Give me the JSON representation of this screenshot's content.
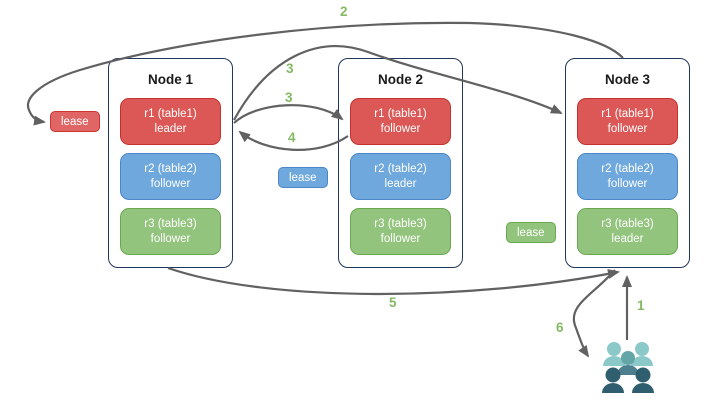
{
  "nodes": [
    {
      "title": "Node 1",
      "replicas": [
        {
          "name": "r1 (table1)",
          "role": "leader",
          "color": "#db5856"
        },
        {
          "name": "r2 (table2)",
          "role": "follower",
          "color": "#6fa8dc"
        },
        {
          "name": "r3 (table3)",
          "role": "follower",
          "color": "#93c47d"
        }
      ]
    },
    {
      "title": "Node 2",
      "replicas": [
        {
          "name": "r1 (table1)",
          "role": "follower",
          "color": "#db5856"
        },
        {
          "name": "r2 (table2)",
          "role": "leader",
          "color": "#6fa8dc"
        },
        {
          "name": "r3 (table3)",
          "role": "follower",
          "color": "#93c47d"
        }
      ]
    },
    {
      "title": "Node 3",
      "replicas": [
        {
          "name": "r1 (table1)",
          "role": "follower",
          "color": "#db5856"
        },
        {
          "name": "r2 (table2)",
          "role": "follower",
          "color": "#6fa8dc"
        },
        {
          "name": "r3 (table3)",
          "role": "leader",
          "color": "#93c47d"
        }
      ]
    }
  ],
  "leases": [
    {
      "label": "lease",
      "color": "#e06666"
    },
    {
      "label": "lease",
      "color": "#6fa8dc"
    },
    {
      "label": "lease",
      "color": "#93c47d"
    }
  ],
  "steps": {
    "step1": "1",
    "step2": "2",
    "step3_a": "3",
    "step3_b": "3",
    "step4": "4",
    "step5": "5",
    "step6": "6"
  },
  "colors": {
    "node_border": "#22365c",
    "arrow": "#616161",
    "step_label": "#85ba64",
    "users_light_teal": "#8bc8c8",
    "users_medium_teal": "#64a5a8",
    "users_slate_teal": "#4e7f8f",
    "users_dark_teal": "#2f5f6e"
  }
}
